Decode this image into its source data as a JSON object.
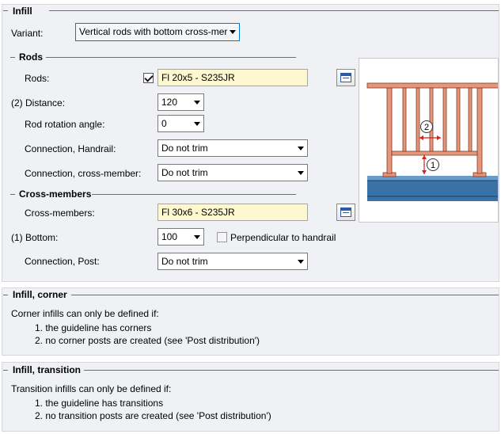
{
  "infill": {
    "title": "Infill",
    "variant_label": "Variant:",
    "variant_value": "Vertical rods with bottom cross-mer",
    "rods_section": "Rods",
    "rods_label": "Rods:",
    "rods_value": "Fl 20x5 - S235JR",
    "distance_label": "(2) Distance:",
    "distance_value": "120",
    "rotation_label": "Rod rotation angle:",
    "rotation_value": "0",
    "conn_handrail_label": "Connection, Handrail:",
    "conn_handrail_value": "Do not trim",
    "conn_cross_label": "Connection, cross-member:",
    "conn_cross_value": "Do not trim",
    "cross_section": "Cross-members",
    "cross_label": "Cross-members:",
    "cross_value": "Fl 30x6 - S235JR",
    "bottom_label": "(1) Bottom:",
    "bottom_value": "100",
    "perpendicular_label": "Perpendicular to handrail",
    "conn_post_label": "Connection, Post:",
    "conn_post_value": "Do not trim",
    "preview_marks": {
      "distance": "2",
      "bottom": "1"
    }
  },
  "corner": {
    "title": "Infill, corner",
    "intro": "Corner infills can only be defined if:",
    "items": [
      "1. the guideline has corners",
      "2. no corner posts are created (see 'Post distribution')"
    ]
  },
  "transition": {
    "title": "Infill, transition",
    "intro": "Transition infills can only be defined if:",
    "items": [
      "1. the guideline has transitions",
      "2. no transition posts are created (see 'Post distribution')"
    ]
  },
  "colors": {
    "panel_bg": "#eff1f4",
    "field_yellow": "#fdf8cf",
    "rail_salmon": "#e8967a",
    "dimension_red": "#d42020",
    "floor_blue": "#3a72a8"
  }
}
